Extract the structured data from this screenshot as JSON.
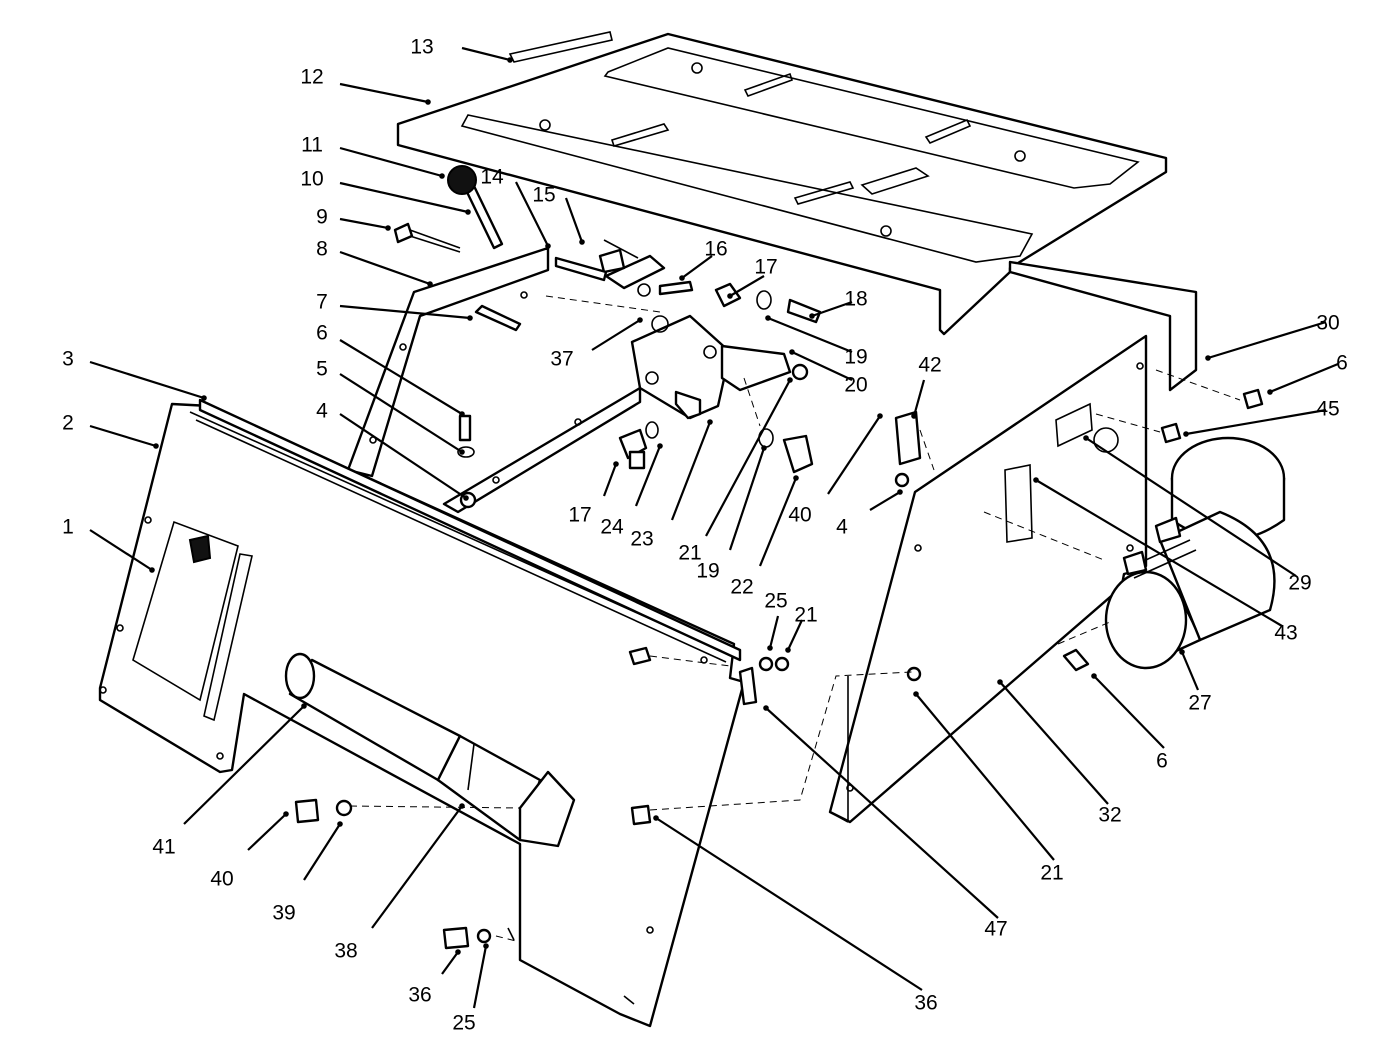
{
  "callouts": [
    {
      "id": "c-13",
      "text": "13"
    },
    {
      "id": "c-12",
      "text": "12"
    },
    {
      "id": "c-11",
      "text": "11"
    },
    {
      "id": "c-10",
      "text": "10"
    },
    {
      "id": "c-9",
      "text": "9"
    },
    {
      "id": "c-8",
      "text": "8"
    },
    {
      "id": "c-7",
      "text": "7"
    },
    {
      "id": "c-6a",
      "text": "6"
    },
    {
      "id": "c-5",
      "text": "5"
    },
    {
      "id": "c-4a",
      "text": "4"
    },
    {
      "id": "c-3",
      "text": "3"
    },
    {
      "id": "c-2",
      "text": "2"
    },
    {
      "id": "c-1",
      "text": "1"
    },
    {
      "id": "c-14",
      "text": "14"
    },
    {
      "id": "c-15",
      "text": "15"
    },
    {
      "id": "c-16",
      "text": "16"
    },
    {
      "id": "c-17a",
      "text": "17"
    },
    {
      "id": "c-18",
      "text": "18"
    },
    {
      "id": "c-19a",
      "text": "19"
    },
    {
      "id": "c-20",
      "text": "20"
    },
    {
      "id": "c-37",
      "text": "37"
    },
    {
      "id": "c-42",
      "text": "42"
    },
    {
      "id": "c-30",
      "text": "30"
    },
    {
      "id": "c-6b",
      "text": "6"
    },
    {
      "id": "c-45",
      "text": "45"
    },
    {
      "id": "c-17b",
      "text": "17"
    },
    {
      "id": "c-24",
      "text": "24"
    },
    {
      "id": "c-23",
      "text": "23"
    },
    {
      "id": "c-21a",
      "text": "21"
    },
    {
      "id": "c-19b",
      "text": "19"
    },
    {
      "id": "c-22",
      "text": "22"
    },
    {
      "id": "c-40a",
      "text": "40"
    },
    {
      "id": "c-4b",
      "text": "4"
    },
    {
      "id": "c-29",
      "text": "29"
    },
    {
      "id": "c-43",
      "text": "43"
    },
    {
      "id": "c-25a",
      "text": "25"
    },
    {
      "id": "c-21b",
      "text": "21"
    },
    {
      "id": "c-27",
      "text": "27"
    },
    {
      "id": "c-6c",
      "text": "6"
    },
    {
      "id": "c-32",
      "text": "32"
    },
    {
      "id": "c-21c",
      "text": "21"
    },
    {
      "id": "c-47",
      "text": "47"
    },
    {
      "id": "c-41",
      "text": "41"
    },
    {
      "id": "c-40b",
      "text": "40"
    },
    {
      "id": "c-39",
      "text": "39"
    },
    {
      "id": "c-38",
      "text": "38"
    },
    {
      "id": "c-36a",
      "text": "36"
    },
    {
      "id": "c-25b",
      "text": "25"
    },
    {
      "id": "c-36b",
      "text": "36"
    }
  ]
}
